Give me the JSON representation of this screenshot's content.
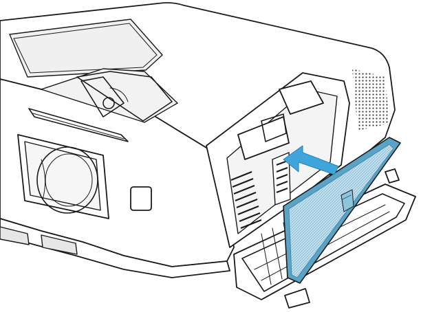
{
  "figure": {
    "description_hidden": "",
    "colors": {
      "outline": "#1a1a1a",
      "body": "#ffffff",
      "filter_fill": "#a9d4e8",
      "filter_edge": "#5aa3c6",
      "arrow": "#3fa6dc"
    },
    "icons": [
      "projector-body",
      "lens-icon",
      "air-filter",
      "filter-cover",
      "insert-arrow-icon"
    ]
  }
}
